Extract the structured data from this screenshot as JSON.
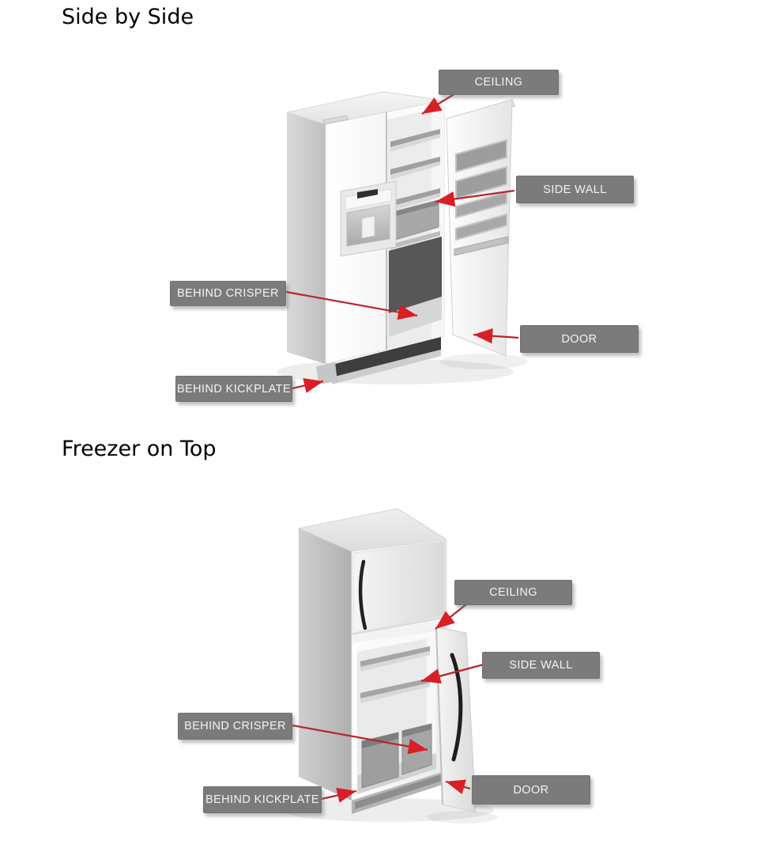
{
  "colors": {
    "background": "#ffffff",
    "label_bg": "#7b7b7b",
    "label_text": "#f3f3f3",
    "arrow_line": "#b5262a",
    "arrow_head": "#d81f26",
    "heading_text": "#000000"
  },
  "sections": [
    {
      "heading": "Side by Side",
      "illustration": "side-by-side refrigerator with open right door",
      "labels": [
        {
          "text": "CEILING"
        },
        {
          "text": "SIDE WALL"
        },
        {
          "text": "BEHIND CRISPER"
        },
        {
          "text": "DOOR"
        },
        {
          "text": "BEHIND KICKPLATE"
        }
      ]
    },
    {
      "heading": "Freezer on Top",
      "illustration": "top-freezer refrigerator with open lower door",
      "labels": [
        {
          "text": "CEILING"
        },
        {
          "text": "SIDE WALL"
        },
        {
          "text": "BEHIND CRISPER"
        },
        {
          "text": "DOOR"
        },
        {
          "text": "BEHIND KICKPLATE"
        }
      ]
    }
  ]
}
